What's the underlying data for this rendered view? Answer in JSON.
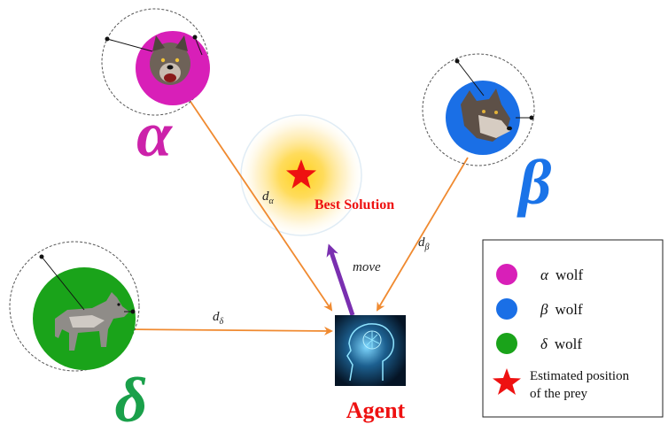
{
  "wolves": {
    "alpha": {
      "symbol": "α",
      "color": "#d81fb8",
      "label_color": "#cc22aa",
      "distance_label": "d",
      "distance_sub": "α"
    },
    "beta": {
      "symbol": "β",
      "color": "#1a6fe6",
      "label_color": "#1a73e8",
      "distance_label": "d",
      "distance_sub": "β"
    },
    "delta": {
      "symbol": "δ",
      "color": "#1aa31a",
      "label_color": "#1aa04a",
      "distance_label": "d",
      "distance_sub": "δ"
    }
  },
  "best_solution": {
    "label": "Best Solution",
    "color": "#ee1111"
  },
  "agent": {
    "label": "Agent",
    "color": "#ee1111"
  },
  "move_label": "move",
  "legend": {
    "items": [
      {
        "icon": "alpha-circle",
        "symbol": "α",
        "text": "wolf",
        "color": "#d81fb8"
      },
      {
        "icon": "beta-circle",
        "symbol": "β",
        "text": "wolf",
        "color": "#1a6fe6"
      },
      {
        "icon": "delta-circle",
        "symbol": "δ",
        "text": "wolf",
        "color": "#1aa31a"
      },
      {
        "icon": "star-icon",
        "text_line1": "Estimated position",
        "text_line2": "of the prey",
        "color": "#ee1111"
      }
    ]
  },
  "colors": {
    "arrow": "#f08a30",
    "move_arrow": "#7a2fb0"
  }
}
